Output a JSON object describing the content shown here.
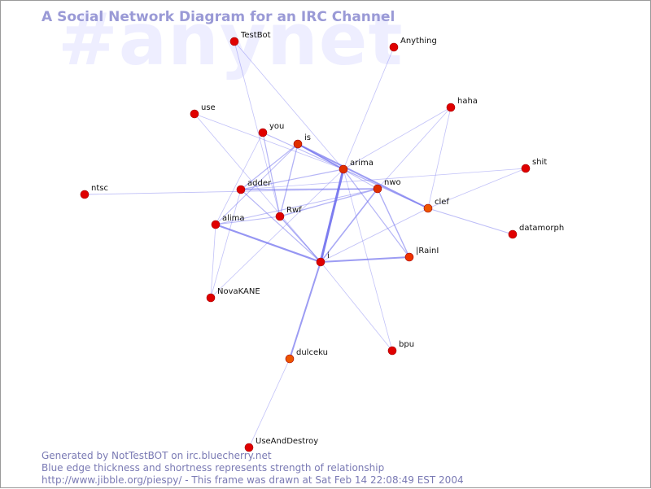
{
  "watermark": "#anynet",
  "title": "A Social Network Diagram for an IRC Channel",
  "colors": {
    "edge": "#7070ee",
    "node_red": "#e00000",
    "node_orange": "#ee5500",
    "text": "#7a7ab4"
  },
  "graph": {
    "nodes": [
      {
        "id": "TestBot",
        "label": "TestBot",
        "color": "#e00000"
      },
      {
        "id": "Anything",
        "label": "Anything",
        "color": "#e00000"
      },
      {
        "id": "haha",
        "label": "haha",
        "color": "#e00000"
      },
      {
        "id": "use",
        "label": "use",
        "color": "#e00000"
      },
      {
        "id": "you",
        "label": "you",
        "color": "#e00000"
      },
      {
        "id": "is",
        "label": "is",
        "color": "#e03000"
      },
      {
        "id": "arima",
        "label": "arima",
        "color": "#e03000"
      },
      {
        "id": "shit",
        "label": "shit",
        "color": "#e00000"
      },
      {
        "id": "ntsc",
        "label": "ntsc",
        "color": "#e00000"
      },
      {
        "id": "adder",
        "label": "adder",
        "color": "#e00000"
      },
      {
        "id": "nwo",
        "label": "nwo",
        "color": "#e03000"
      },
      {
        "id": "clef",
        "label": "clef",
        "color": "#ee5500"
      },
      {
        "id": "alima",
        "label": "alima",
        "color": "#e00000"
      },
      {
        "id": "Rwf",
        "label": "Rwf",
        "color": "#e00000"
      },
      {
        "id": "datamorph",
        "label": "datamorph",
        "color": "#e00000"
      },
      {
        "id": "IRainI",
        "label": "|RainI",
        "color": "#ee3300"
      },
      {
        "id": "i",
        "label": "i",
        "color": "#e00000"
      },
      {
        "id": "NovaKANE",
        "label": "NovaKANE",
        "color": "#e00000"
      },
      {
        "id": "bpu",
        "label": "bpu",
        "color": "#e00000"
      },
      {
        "id": "dulceku",
        "label": "dulceku",
        "color": "#ee5500"
      },
      {
        "id": "UseAndDestroy",
        "label": "UseAndDestroy",
        "color": "#e00000"
      }
    ],
    "edges": [
      {
        "from": "arima",
        "to": "i",
        "weight": 3
      },
      {
        "from": "alima",
        "to": "i",
        "weight": 2.2
      },
      {
        "from": "IRainI",
        "to": "i",
        "weight": 2
      },
      {
        "from": "dulceku",
        "to": "i",
        "weight": 2
      },
      {
        "from": "is",
        "to": "clef",
        "weight": 2
      },
      {
        "from": "is",
        "to": "arima",
        "weight": 1.8
      },
      {
        "from": "nwo",
        "to": "i",
        "weight": 1.6
      },
      {
        "from": "nwo",
        "to": "IRainI",
        "weight": 1.4
      },
      {
        "from": "adder",
        "to": "nwo",
        "weight": 1.4
      },
      {
        "from": "Rwf",
        "to": "i",
        "weight": 1.5
      },
      {
        "from": "Rwf",
        "to": "nwo",
        "weight": 1.3
      },
      {
        "from": "Rwf",
        "to": "is",
        "weight": 1.3
      },
      {
        "from": "Rwf",
        "to": "you",
        "weight": 1.2
      },
      {
        "from": "adder",
        "to": "arima",
        "weight": 1.2
      },
      {
        "from": "adder",
        "to": "i",
        "weight": 1.2
      },
      {
        "from": "adder",
        "to": "is",
        "weight": 1.2
      },
      {
        "from": "arima",
        "to": "clef",
        "weight": 1.3
      },
      {
        "from": "arima",
        "to": "IRainI",
        "weight": 1.2
      },
      {
        "from": "you",
        "to": "arima",
        "weight": 1.1
      },
      {
        "from": "alima",
        "to": "Rwf",
        "weight": 1.1
      },
      {
        "from": "alima",
        "to": "is",
        "weight": 1
      },
      {
        "from": "alima",
        "to": "nwo",
        "weight": 1
      },
      {
        "from": "ntsc",
        "to": "nwo",
        "weight": 0.9
      },
      {
        "from": "clef",
        "to": "datamorph",
        "weight": 1
      },
      {
        "from": "clef",
        "to": "i",
        "weight": 0.9
      },
      {
        "from": "clef",
        "to": "haha",
        "weight": 0.8
      },
      {
        "from": "haha",
        "to": "arima",
        "weight": 0.8
      },
      {
        "from": "Anything",
        "to": "arima",
        "weight": 0.8
      },
      {
        "from": "shit",
        "to": "adder",
        "weight": 0.8
      },
      {
        "from": "shit",
        "to": "clef",
        "weight": 0.8
      },
      {
        "from": "TestBot",
        "to": "Rwf",
        "weight": 0.8
      },
      {
        "from": "TestBot",
        "to": "arima",
        "weight": 0.8
      },
      {
        "from": "use",
        "to": "arima",
        "weight": 0.8
      },
      {
        "from": "use",
        "to": "i",
        "weight": 0.8
      },
      {
        "from": "NovaKANE",
        "to": "arima",
        "weight": 0.8
      },
      {
        "from": "NovaKANE",
        "to": "adder",
        "weight": 0.8
      },
      {
        "from": "NovaKANE",
        "to": "alima",
        "weight": 0.8
      },
      {
        "from": "you",
        "to": "alima",
        "weight": 0.8
      },
      {
        "from": "bpu",
        "to": "i",
        "weight": 0.8
      },
      {
        "from": "UseAndDestroy",
        "to": "dulceku",
        "weight": 0.8
      },
      {
        "from": "is",
        "to": "nwo",
        "weight": 1
      },
      {
        "from": "nwo",
        "to": "haha",
        "weight": 0.8
      },
      {
        "from": "arima",
        "to": "bpu",
        "weight": 0.8
      }
    ]
  },
  "footer": {
    "line1": "Generated by NotTestBOT on irc.bluecherry.net",
    "line2": "Blue edge thickness and shortness represents strength of relationship",
    "line3": "http://www.jibble.org/piespy/ - This frame was drawn at Sat Feb 14 22:08:49 EST 2004"
  }
}
